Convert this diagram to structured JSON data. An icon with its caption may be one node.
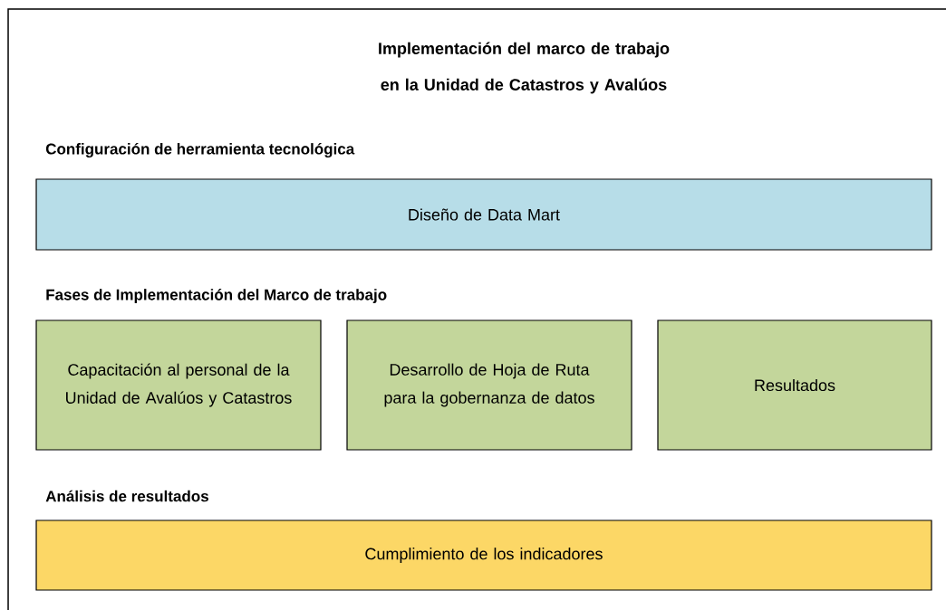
{
  "diagram": {
    "title": "Implementación del marco de trabajo en la Unidad de Catastros y Avalúos",
    "nodes": [
      {
        "text": [
          "Diseño de Data Mart"
        ]
      },
      {
        "text": [
          "Capacitación al personal de la Unidad de Avalúos y Catastros"
        ]
      },
      {
        "text": [
          "Desarrollo de Hoja de Ruta para la gobernanza de datos"
        ]
      },
      {
        "text": [
          "Resultados"
        ]
      },
      {
        "text": [
          "Cumplimiento de los indicadores"
        ]
      }
    ],
    "labels": [
      "Configuración de herramienta tecnológica",
      "Fases de Implementación del Marco de trabajo",
      "Análisis de resultados"
    ]
  }
}
